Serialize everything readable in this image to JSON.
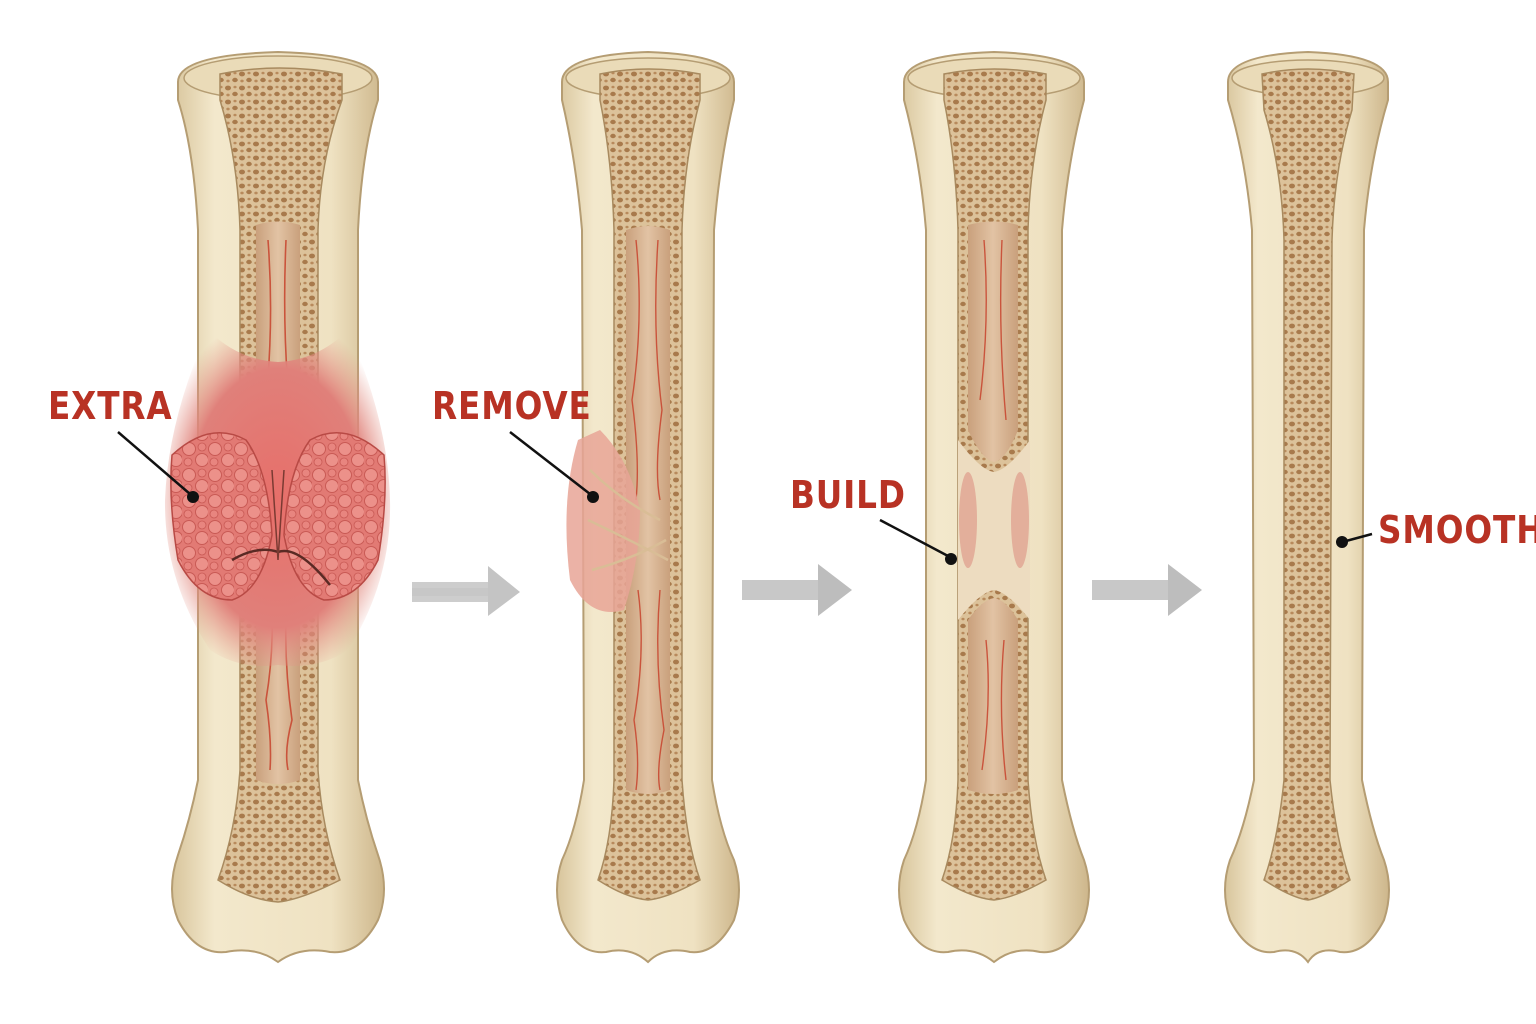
{
  "labels": {
    "stage1": "EXTRA",
    "stage2": "REMOVE",
    "stage3": "BUILD",
    "stage4": "SMOOTH"
  },
  "colors": {
    "label": "#b83224",
    "bone": "#efe3c4",
    "cortex_edge": "#c9b48a",
    "marrow": "#d9b79b",
    "spongy": "#c79b6a",
    "callus": "#e0706a",
    "vessel": "#c8432d",
    "arrow": "#c4c4c4",
    "leader": "#111111"
  }
}
